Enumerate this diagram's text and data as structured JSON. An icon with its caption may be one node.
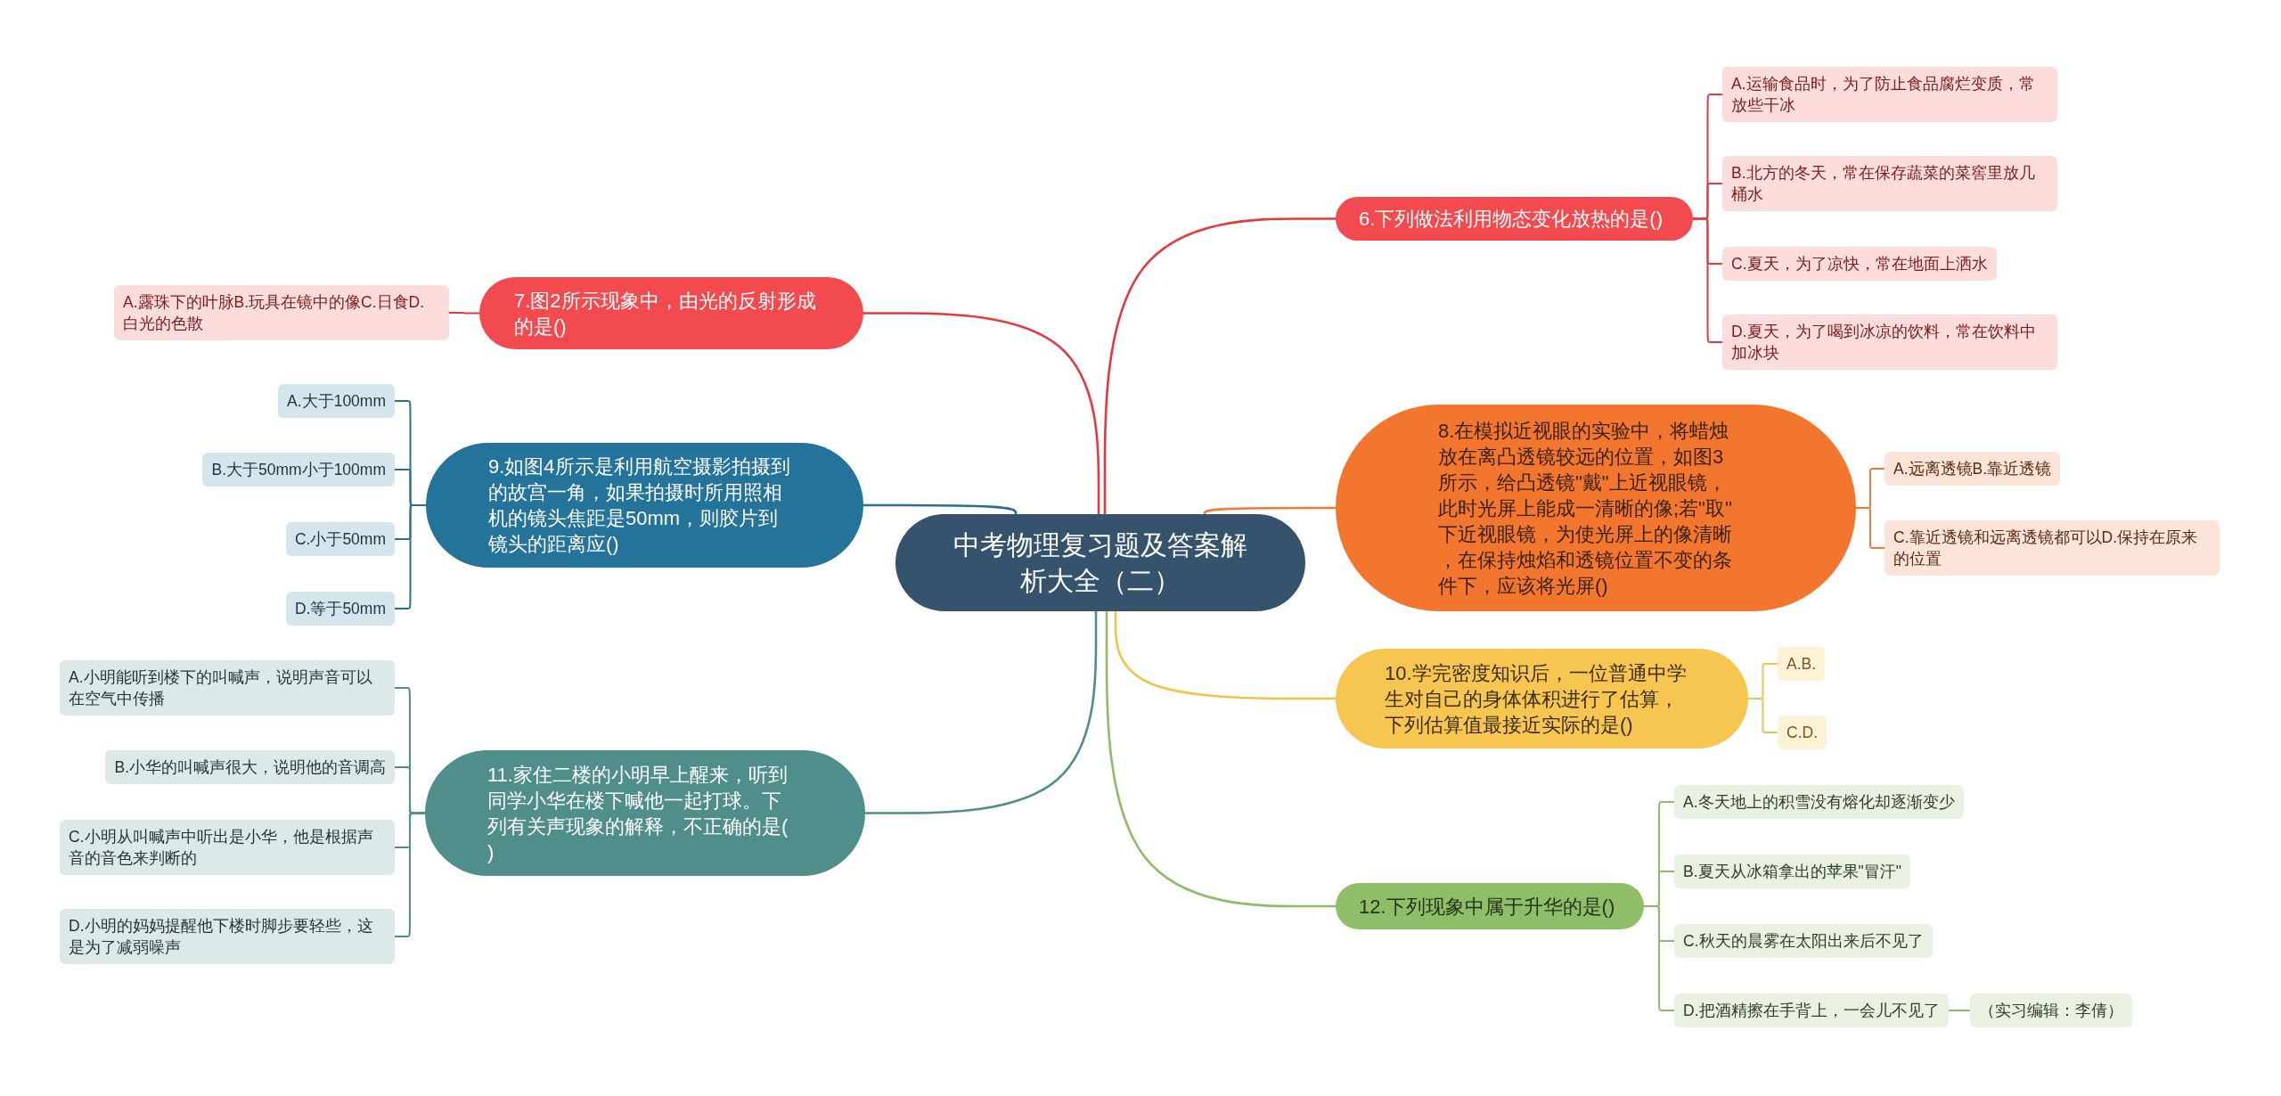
{
  "diagram": {
    "nodes": [
      {
        "text": [
          "中考物理复习题及答案解析大全（二）"
        ]
      },
      {
        "text": [
          "6.下列做法利用物态变化放热的是()"
        ]
      },
      {
        "text": [
          "A.运输食品时，为了防止食品腐烂变质，常放些干冰"
        ]
      },
      {
        "text": [
          "B.北方的冬天，常在保存蔬菜的菜窖里放几桶水"
        ]
      },
      {
        "text": [
          "C.夏天，为了凉快，常在地面上洒水"
        ]
      },
      {
        "text": [
          "D.夏天，为了喝到冰凉的饮料，常在饮料中加冰块"
        ]
      },
      {
        "text": [
          "7.图2所示现象中，由光的反射形成的是()"
        ]
      },
      {
        "text": [
          "A.露珠下的叶脉B.玩具在镜中的像C.日食D.白光的色散"
        ]
      },
      {
        "text": [
          "8.在模拟近视眼的实验中，将蜡烛放在离凸透镜较远的位置，如图3所示，给凸透镜\"戴\"上近视眼镜，此时光屏上能成一清晰的像;若\"取\"下近视眼镜，为使光屏上的像清晰，在保持烛焰和透镜位置不变的条件下，应该将光屏()"
        ]
      },
      {
        "text": [
          "A.远离透镜B.靠近透镜"
        ]
      },
      {
        "text": [
          "C.靠近透镜和远离透镜都可以D.保持在原来的位置"
        ]
      },
      {
        "text": [
          "9.如图4所示是利用航空摄影拍摄到的故宫一角，如果拍摄时所用照相机的镜头焦距是50mm，则胶片到镜头的距离应()"
        ]
      },
      {
        "text": [
          "A.大于100mm"
        ]
      },
      {
        "text": [
          "B.大于50mm小于100mm"
        ]
      },
      {
        "text": [
          "C.小于50mm"
        ]
      },
      {
        "text": [
          "D.等于50mm"
        ]
      },
      {
        "text": [
          "10.学完密度知识后，一位普通中学生对自己的身体体积进行了估算，下列估算值最接近实际的是()"
        ]
      },
      {
        "text": [
          "A.B."
        ]
      },
      {
        "text": [
          "C.D."
        ]
      },
      {
        "text": [
          "11.家住二楼的小明早上醒来，听到同学小华在楼下喊他一起打球。下列有关声现象的解释，不正确的是()"
        ]
      },
      {
        "text": [
          "A.小明能听到楼下的叫喊声，说明声音可以在空气中传播"
        ]
      },
      {
        "text": [
          "B.小华的叫喊声很大，说明他的音调高"
        ]
      },
      {
        "text": [
          "C.小明从叫喊声中听出是小华，他是根据声音的音色来判断的"
        ]
      },
      {
        "text": [
          "D.小明的妈妈提醒他下楼时脚步要轻些，这是为了减弱噪声"
        ]
      },
      {
        "text": [
          "12.下列现象中属于升华的是()"
        ]
      },
      {
        "text": [
          "A.冬天地上的积雪没有熔化却逐渐变少"
        ]
      },
      {
        "text": [
          "B.夏天从冰箱拿出的苹果\"冒汗\""
        ]
      },
      {
        "text": [
          "C.秋天的晨雾在太阳出来后不见了"
        ]
      },
      {
        "text": [
          "D.把酒精擦在手背上，一会儿不见了"
        ]
      },
      {
        "text": [
          "（实习编辑：李倩）"
        ]
      }
    ],
    "edges": [
      {
        "from": 0,
        "to": 1,
        "arrow": "none",
        "color": "#e5383f"
      },
      {
        "from": 1,
        "to": 2,
        "arrow": "none",
        "color": "#e5383f"
      },
      {
        "from": 1,
        "to": 3,
        "arrow": "none",
        "color": "#e5383f"
      },
      {
        "from": 1,
        "to": 4,
        "arrow": "none",
        "color": "#e5383f"
      },
      {
        "from": 1,
        "to": 5,
        "arrow": "none",
        "color": "#e5383f"
      },
      {
        "from": 0,
        "to": 6,
        "arrow": "none",
        "color": "#e5383f"
      },
      {
        "from": 6,
        "to": 7,
        "arrow": "none",
        "color": "#e5383f"
      },
      {
        "from": 0,
        "to": 8,
        "arrow": "none",
        "color": "#ef7a35"
      },
      {
        "from": 8,
        "to": 9,
        "arrow": "none",
        "color": "#ef7a35"
      },
      {
        "from": 8,
        "to": 10,
        "arrow": "none",
        "color": "#ef7a35"
      },
      {
        "from": 0,
        "to": 11,
        "arrow": "none",
        "color": "#2a6f93"
      },
      {
        "from": 11,
        "to": 12,
        "arrow": "none",
        "color": "#2a6f93"
      },
      {
        "from": 11,
        "to": 13,
        "arrow": "none",
        "color": "#2a6f93"
      },
      {
        "from": 11,
        "to": 14,
        "arrow": "none",
        "color": "#2a6f93"
      },
      {
        "from": 11,
        "to": 15,
        "arrow": "none",
        "color": "#2a6f93"
      },
      {
        "from": 0,
        "to": 16,
        "arrow": "none",
        "color": "#f3c24a"
      },
      {
        "from": 16,
        "to": 17,
        "arrow": "none",
        "color": "#f3c24a"
      },
      {
        "from": 16,
        "to": 18,
        "arrow": "none",
        "color": "#f3c24a"
      },
      {
        "from": 0,
        "to": 19,
        "arrow": "none",
        "color": "#4f8e8b"
      },
      {
        "from": 19,
        "to": 20,
        "arrow": "none",
        "color": "#4f8e8b"
      },
      {
        "from": 19,
        "to": 21,
        "arrow": "none",
        "color": "#4f8e8b"
      },
      {
        "from": 19,
        "to": 22,
        "arrow": "none",
        "color": "#4f8e8b"
      },
      {
        "from": 19,
        "to": 23,
        "arrow": "none",
        "color": "#4f8e8b"
      },
      {
        "from": 0,
        "to": 24,
        "arrow": "none",
        "color": "#8dbd68"
      },
      {
        "from": 24,
        "to": 25,
        "arrow": "none",
        "color": "#8dbd68"
      },
      {
        "from": 24,
        "to": 26,
        "arrow": "none",
        "color": "#8dbd68"
      },
      {
        "from": 24,
        "to": 27,
        "arrow": "none",
        "color": "#8dbd68"
      },
      {
        "from": 24,
        "to": 28,
        "arrow": "none",
        "color": "#8dbd68"
      },
      {
        "from": 28,
        "to": 29,
        "arrow": "none",
        "color": "#8dbd68"
      }
    ]
  }
}
